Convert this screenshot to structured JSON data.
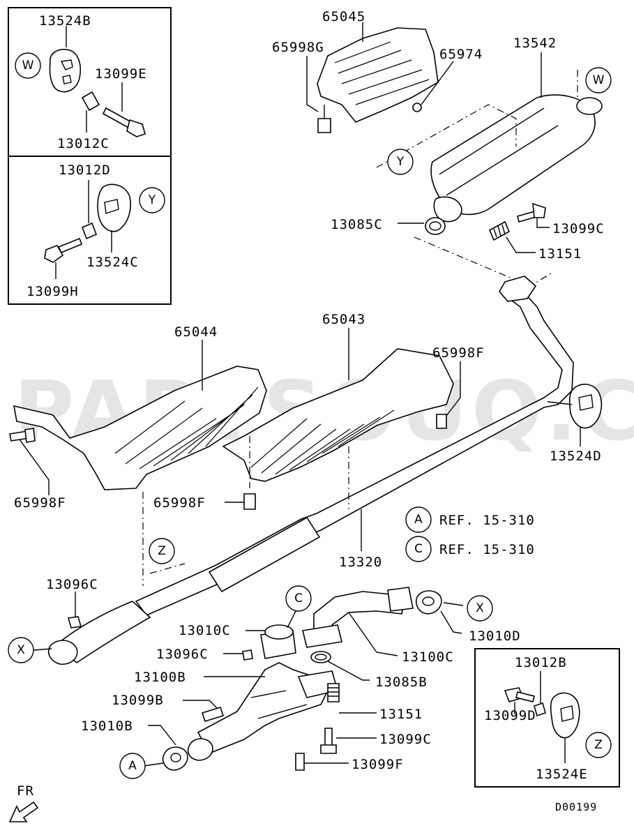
{
  "watermark": "PARTSOUQ.COM",
  "diagram_code": "D00199",
  "direction_label": "FR",
  "parts": {
    "p13524B": "13524B",
    "p13099E": "13099E",
    "p13012C": "13012C",
    "p13012D": "13012D",
    "p13524C": "13524C",
    "p13099H": "13099H",
    "p65045": "65045",
    "p65998G": "65998G",
    "p65974": "65974",
    "p13542": "13542",
    "p13085C": "13085C",
    "p13099C_top": "13099C",
    "p13151_top": "13151",
    "p65044": "65044",
    "p65043": "65043",
    "p65998F_a": "65998F",
    "p65998F_b": "65998F",
    "p65998F_c": "65998F",
    "p13524D": "13524D",
    "p13320": "13320",
    "p13096C_a": "13096C",
    "p13096C_b": "13096C",
    "p13010C": "13010C",
    "p13100B": "13100B",
    "p13099B": "13099B",
    "p13010B": "13010B",
    "p13100C": "13100C",
    "p13085B": "13085B",
    "p13151_bot": "13151",
    "p13099C_bot": "13099C",
    "p13099F": "13099F",
    "p13010D": "13010D",
    "p13012B": "13012B",
    "p13099D": "13099D",
    "p13524E": "13524E"
  },
  "callouts": {
    "W": "W",
    "Y": "Y",
    "X": "X",
    "Z": "Z",
    "A": "A",
    "C": "C"
  },
  "references": [
    {
      "marker": "A",
      "text": "REF. 15-310"
    },
    {
      "marker": "C",
      "text": "REF. 15-310"
    }
  ]
}
